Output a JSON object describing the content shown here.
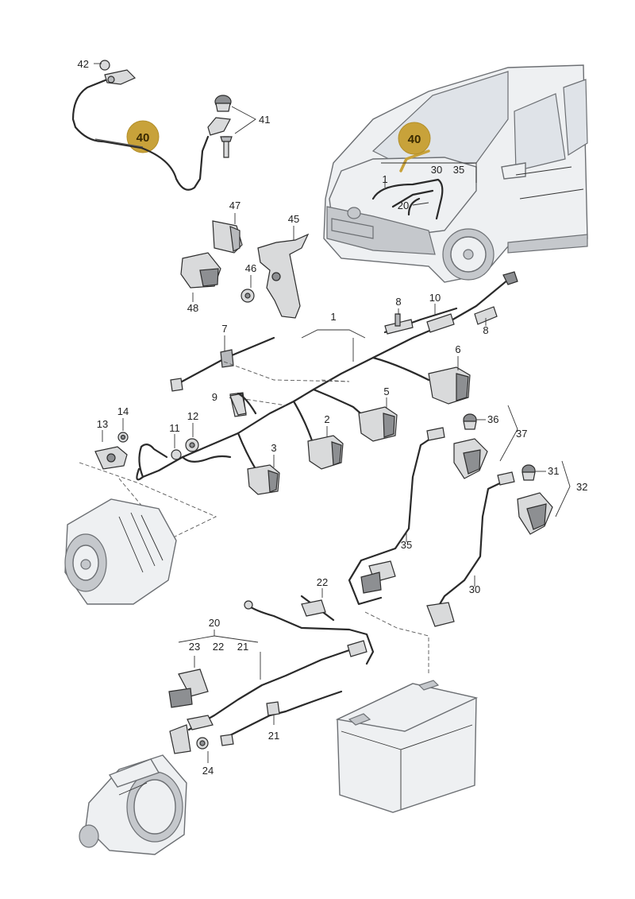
{
  "diagram": {
    "highlight_label": "40",
    "highlight_color": "#c8a23a",
    "callouts": {
      "c42": "42",
      "c41": "41",
      "c47": "47",
      "c45": "45",
      "c46": "46",
      "c48": "48",
      "c1_car": "1",
      "c20_car": "20",
      "c30_car": "30",
      "c35_car": "35",
      "c8a": "8",
      "c10": "10",
      "c8b": "8",
      "c1": "1",
      "c7": "7",
      "c6": "6",
      "c9": "9",
      "c5": "5",
      "c13": "13",
      "c14": "14",
      "c11": "11",
      "c12": "12",
      "c2": "2",
      "c3": "3",
      "c36": "36",
      "c37": "37",
      "c31": "31",
      "c32": "32",
      "c35": "35",
      "c30": "30",
      "c22": "22",
      "c20": "20",
      "c23": "23",
      "c22b": "22",
      "c21a": "21",
      "c21b": "21",
      "c24": "24"
    }
  }
}
